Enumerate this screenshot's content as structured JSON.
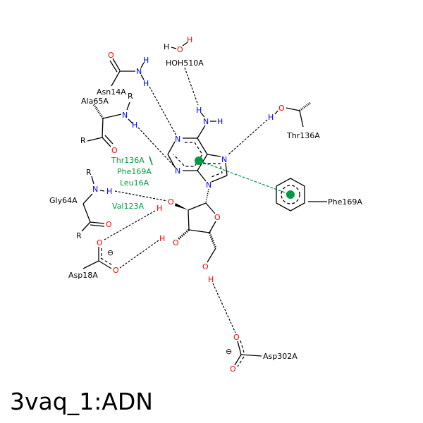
{
  "title": "3vaq_1:ADN",
  "residues": {
    "asn14": "Asn14A",
    "ala65": "Ala65A",
    "hoh510": "HOH510A",
    "thr136": "Thr136A",
    "phe169": "Phe169A",
    "gly64": "Gly64A",
    "asp18": "Asp18A",
    "asp302": "Asp302A"
  },
  "hydrophobic": [
    "Thr136A",
    "Phe169A",
    "Leu16A",
    "Val123A"
  ],
  "atoms": {
    "N": "N",
    "O": "O",
    "H": "H",
    "R": "R",
    "minus": "⊖"
  },
  "colors": {
    "nitrogen": "#0000ff",
    "oxygen": "#ff0000",
    "hydrophobic": "#009944",
    "carbon": "#000000"
  }
}
